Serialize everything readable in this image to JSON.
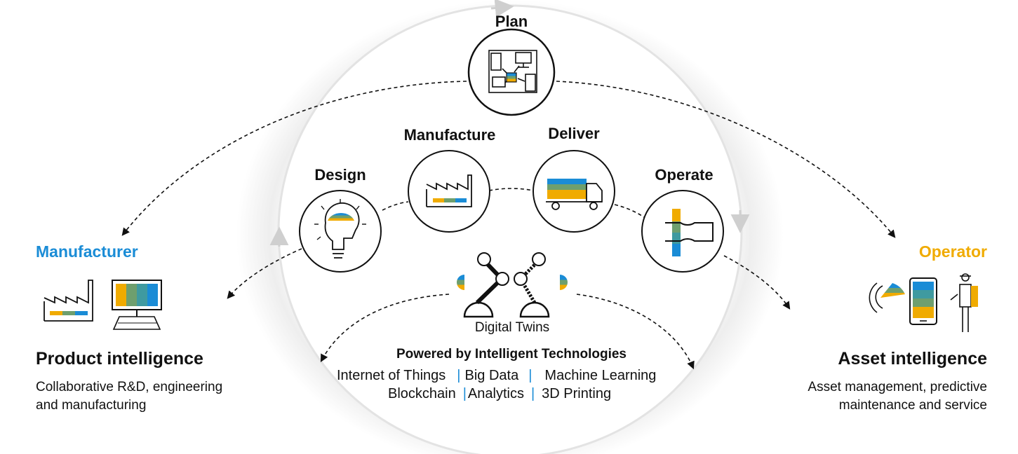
{
  "stages": {
    "plan": "Plan",
    "manufacture": "Manufacture",
    "deliver": "Deliver",
    "design": "Design",
    "operate": "Operate"
  },
  "center": {
    "digital_twins": "Digital Twins",
    "powered_by": "Powered by Intelligent Technologies",
    "technologies_row1": [
      "Internet of Things",
      "Big Data",
      "Machine Learning"
    ],
    "technologies_row2": [
      "Blockchain",
      "Analytics",
      "3D Printing"
    ]
  },
  "left": {
    "role": "Manufacturer",
    "heading": "Product intelligence",
    "desc_line1": "Collaborative R&D, engineering",
    "desc_line2": "and manufacturing"
  },
  "right": {
    "role": "Operator",
    "heading": "Asset intelligence",
    "desc_line1": "Asset management, predictive",
    "desc_line2": "maintenance and service"
  },
  "colors": {
    "blue": "#1a8cd6",
    "gold": "#f0ab00",
    "green": "#6e9f6e",
    "teal": "#3f9aa0",
    "ink": "#111111",
    "ring": "#e6e6e6"
  },
  "icons": [
    "plan-icon",
    "factory-icon",
    "truck-icon",
    "lightbulb-head-icon",
    "wrench-icon",
    "robot-arms-icon",
    "factory-icon",
    "monitor-icon",
    "signal-icon",
    "phone-icon",
    "worker-icon"
  ]
}
